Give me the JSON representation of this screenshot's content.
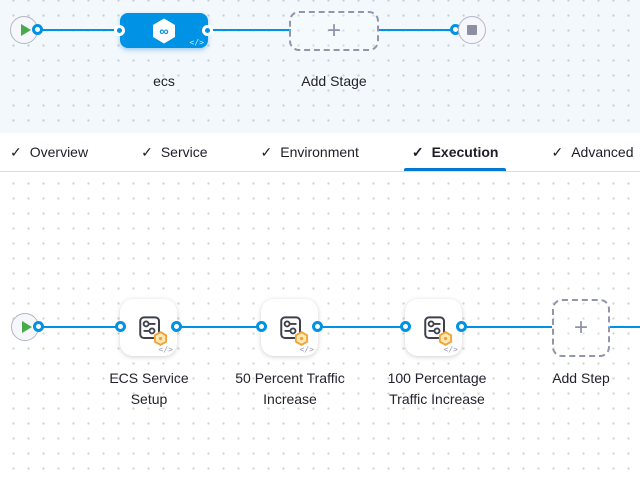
{
  "icons": {
    "check": "✓",
    "plus": "+",
    "code": "</>",
    "infinity": "∞"
  },
  "stage_canvas": {
    "stage_label": "ecs",
    "add_stage_label": "Add Stage"
  },
  "tabs": [
    {
      "label": "Overview"
    },
    {
      "label": "Service"
    },
    {
      "label": "Environment"
    },
    {
      "label": "Execution"
    },
    {
      "label": "Advanced"
    }
  ],
  "active_tab": "Execution",
  "execution_canvas": {
    "steps": [
      {
        "label": "ECS Service Setup"
      },
      {
        "label": "50 Percent Traffic Increase"
      },
      {
        "label": "100 Percentage Traffic Increase"
      }
    ],
    "add_step_label": "Add Step"
  },
  "colors": {
    "connector_blue": "#0092e4",
    "active_tab_underline": "#0278d5",
    "stage_node_blue": "#0092e4",
    "play_green": "#47ab4c",
    "badge_orange": "#f2a33c",
    "canvas_top_bg": "#f2f8fc",
    "canvas_bottom_bg": "#ffffff"
  }
}
